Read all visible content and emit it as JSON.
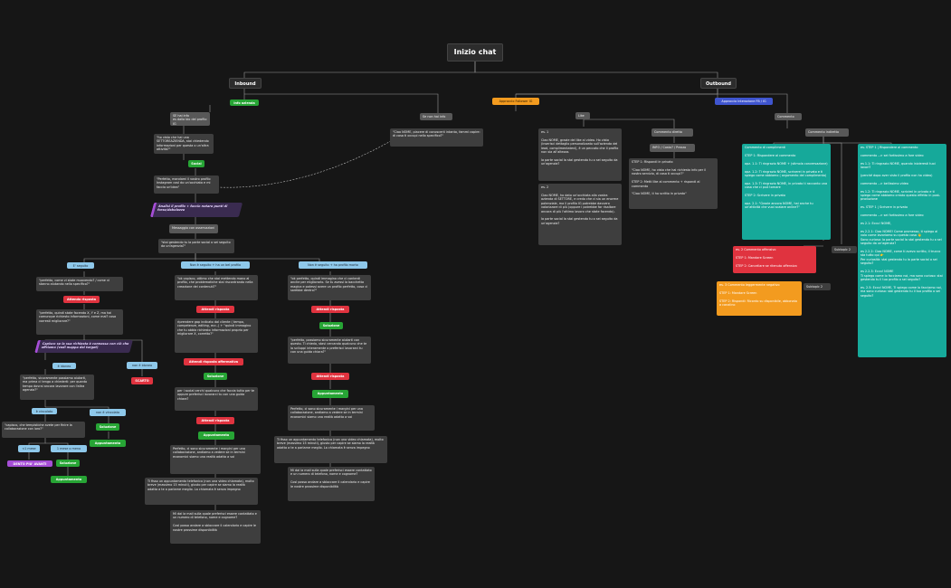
{
  "title": "Inizio chat",
  "inbound": "Inbound",
  "outbound": "Outbound",
  "info_azienda": "Info azienda",
  "se_hai_info": "SE hai info\nes dalla bio del profilo IG",
  "se_non_hai_info": "Se non hai info",
  "ciao_nome_1": "\"Ciao NOME, piacere di conoscerti intanto, fammi capire: di cosa ti occupi nello specifico?\"",
  "ho_visto": "\"ho visto che hai una SETTOREAZIENDA, stai chiedendo informazioni per questa o un'altra attività?\"",
  "social": "Social",
  "perfetto_mandami": "\"Perfetto, mandami il vostro profilo Instagram così do un'occhiata e mi faccio un'idea\"",
  "analisi_profilo": "Analisi il profilo + faccio notare punti di forza/debolezze",
  "messaggio_osservazioni": "Messaggio con osservazioni",
  "stai_gestendo": "\"stai gestendo tu la parte social o sei seguito da un'agenzia?\"",
  "branches": {
    "b1": "E' seguito",
    "b2": "Non è seguito + ha un bel profilo",
    "b3": "Non è seguito + ha profilo morto"
  },
  "col1": {
    "msg1": "\"perfetto, come vi state muovendo? / come vi stanno aiutando nello specifico?\"",
    "attendo": "Attendo risposta",
    "msg2": "\"perfetto, quindi state facendo X, Y e Z, ma hai comunque richiesto informazioni, come mai? cosa vorresti migliorare?\"",
    "capisco": "Capisco se la sua richiesta è connessa con ciò che offriamo (vedi mappa dei target)",
    "e_idoneo": "è idoneo",
    "non_idoneo": "non è idoneo",
    "scarto": "SCARTO",
    "perfetto_sicuramente": "\"perfetto, sicuramente possiamo aiutarti, ma prima ci tengo a chiederti: per quanto tempo dovrai ancora lavorare con l'altra agenzia?\"",
    "vincolato": "è vincolato",
    "non_vincolato": "non è vincolato",
    "capisco_tempistiche": "\"capisco, che tempistiche avete per finire la collaborazione con loro?\"",
    "soluzione1": "Soluzione",
    "appuntamento1": "Appuntamento",
    "mesi1": "<1 mese",
    "mesi2": "1 mese o meno",
    "dento": "DENTO PIU' AVANTI",
    "soluzione2": "Soluzione",
    "appuntamento2": "Appuntamento"
  },
  "col2": {
    "msg1": "\"ok capisco, ottimo che stai mettendo mano al profilo, che problematiche stai riscontrando nella creazione dei contenuti?\"",
    "attendi1": "Attendi risposta",
    "msg2": "riprendere gap indicato dal cliente ( tempo, competenze, editing, ecc..) + \"quindi immagino che tu abbia richiesto informazioni proprio per migliorare X, corretto?\"",
    "attendi_aff": "Attendi risposta affermativa",
    "soluzione": "Soluzione",
    "msg3": "per i social cerchi qualcuno che faccia tutto per te oppure preferisci lavorarci tu con una guida chiara?",
    "attendi2": "Attendi risposta",
    "appuntamento": "Appuntamento",
    "msg4": "Perfetto, ci sono sicuramente i margini per una collaborazione, andiamo a vedere se in termini economici siamo una realtà adatta a voi",
    "msg5": "Ti fisso un appuntamento telefonico (non una video chiamata), molto breve (massimo 15 minuti), giusto per capire se siamo la realtà adatta a te a parlarne meglio. La chiamata è senza impegno",
    "msg6": "Mi dai la mail sulla quale preferisci essere contattato e un numero di telefono, nome e cognome?\n\nCosì posso andare a sbloccare il calendario e capire le nostre prossime disponibilità"
  },
  "col3": {
    "msg1": "\"ok perfetto, quindi immagino che ci contenti anche per migliorarlo. Se tu avessi la bacchetta magica e potessi avere un profilo perfetto, cosa ci sarebbe dentro?\"",
    "attendi1": "Attendi risposta",
    "soluzione": "Soluzione",
    "msg2": "\"perfetto, possiamo sicuramente aiutarti con questo. Ti chiedo, stavi cercando qualcuno che te lo sviluppi interamente o preferisci lavorarci tu con una guida chiara?\"",
    "attendi2": "Attendi risposta",
    "appuntamento": "Appuntamento",
    "msg3": "Perfetto, ci sono sicuramente i margini per una collaborazione, andiamo a vedere se in termini economici siamo una realtà adatta a voi",
    "msg4": "Ti fisso un appuntamento telefonico (non una video chiamata), molto breve (massimo 15 minuti), giusto per capire se siamo la realtà adatta a te a parlarne meglio. La chiamata è senza impegno",
    "msg5": "Mi dai la mail sulla quale preferisci essere contattato e un numero di telefono, nome e cognome?\n\nCosì posso andare a sbloccare il calendario e capire le nostre prossime disponibilità"
  },
  "outb": {
    "follower": "Approccio Follower IG",
    "interazione": "Approccio Interazione FB / IG",
    "like": "Like",
    "commento": "Commento",
    "es1": "es. 1\n\nCiao NOME, grazie del like al video. Ho visto (inserisci dettaglio personalizzato sull'azienda del lead, complimentatevi), è un peccato che il profilo non sia all'altezza.\n\nla parte social la stai gestendo tu o sei seguito da un'agenzia?",
    "es2": "es. 2\n\nCiao NOME, ho dato un'occhiata alla vostra azienda di SETTORE, e credo che ci sia un enorme potenziale, ma il profilo IG potrebbe davvero valorizzare di più (oppure i potrebbe far risaltare ancora di più l'ottimo lavoro che state facendo).\n\nla parte social la stai gestendo tu o sei seguito da un'agenzia?",
    "diretto": "Commento diretto",
    "indiretto": "Commento indiretto",
    "info_costo": "INFO / Costo? / Prezzo",
    "step_diretto": "STEP 1: Rispondi in privato\n\n\"Ciao NOME, ho visto che hai richiesto info per il nostro servizio, di cosa ti occupi?\"\n\nSTEP 2: Metti like al commento + rispondi al commento\n\n\"Ciao NOME, ti ho scritto in privato\"",
    "complimenti": "Commento di complimenti\n\nSTEP 1: Rispondere al commento\n\nopz. 1.1: Ti ringrazio NOME + (stimola conversazione)\n\nopz. 1.2: Ti ringrazio NOME, scriverei in privato e ti spiego come abbiamo ( argomento del complimento)\n\nopz. 1.3: Ti ringrazio NOME, in privato ti racconto una cosa che ci può tornare\n\nSTEP 2: Scrivere in privato\n\nopz. 2.1: \"Grazie ancora NOME, hai anche tu un'attività che vuoi scalare online?\"",
    "offensivo": "es. 2 Commento offensivo\n\nSTEP 1: Mandare Screen\n\nSTEP 2: Cancellare se ritenuto offensivo",
    "negativo": "es. 3 Commento leggermente negativo\n\nSTEP 1: Mandare Screen\n\nSTEP 2: Rispondi: Ricordo su disponibile, abbonato a canalino",
    "subtopic1": "Subtopic 2",
    "subtopic2": "Subtopic 2",
    "teal": "es. STEP 1 | Rispondere al commento\n\ncommento --> sei fortissimo a fare video\n\nes 1.1: Ti ringrazio NOME, quando inizieresti tuoi lavori?\n\n(perché dopo aver visto il profilo non ha video)\n\ncommento --> bellissimo video\n\nes 1.2: Ti ringrazio NOME, scrivimi in privato e ti spiego come abbiamo creato questo effetto in post-produzione\n\nes. STEP 1 | Scrivere in privato\n\ncommento --> sei fortissimo a fare video\n\nes 2.1: Ecco! NOME,\n\nes 2.2.1: Ciao NOME! Come promesso, ti spiego al volo come lavoriamo su questa cosa 👋\nSono curioso: la parte social la stai gestendo tu o sei seguito da un'agenzia?\n\nes 2.2.2: Ciao NOME, come ti avevo scritto, il trucco sta tutto qui 👉\nPer curiosità: stai gestendo tu la parte social o sei seguito?\n\nes 2.2.3: Ecco! NOME\nTi spiego come lo facciamo noi, ma sono curioso: stai gestendo tu il tuo profilo o sei seguito?\n\nes. 2.5: Ecco! NOME, Ti spiego come lo facciamo noi, ma sono curioso: stai gestendo tu il tuo profilo o sei seguito?"
  }
}
